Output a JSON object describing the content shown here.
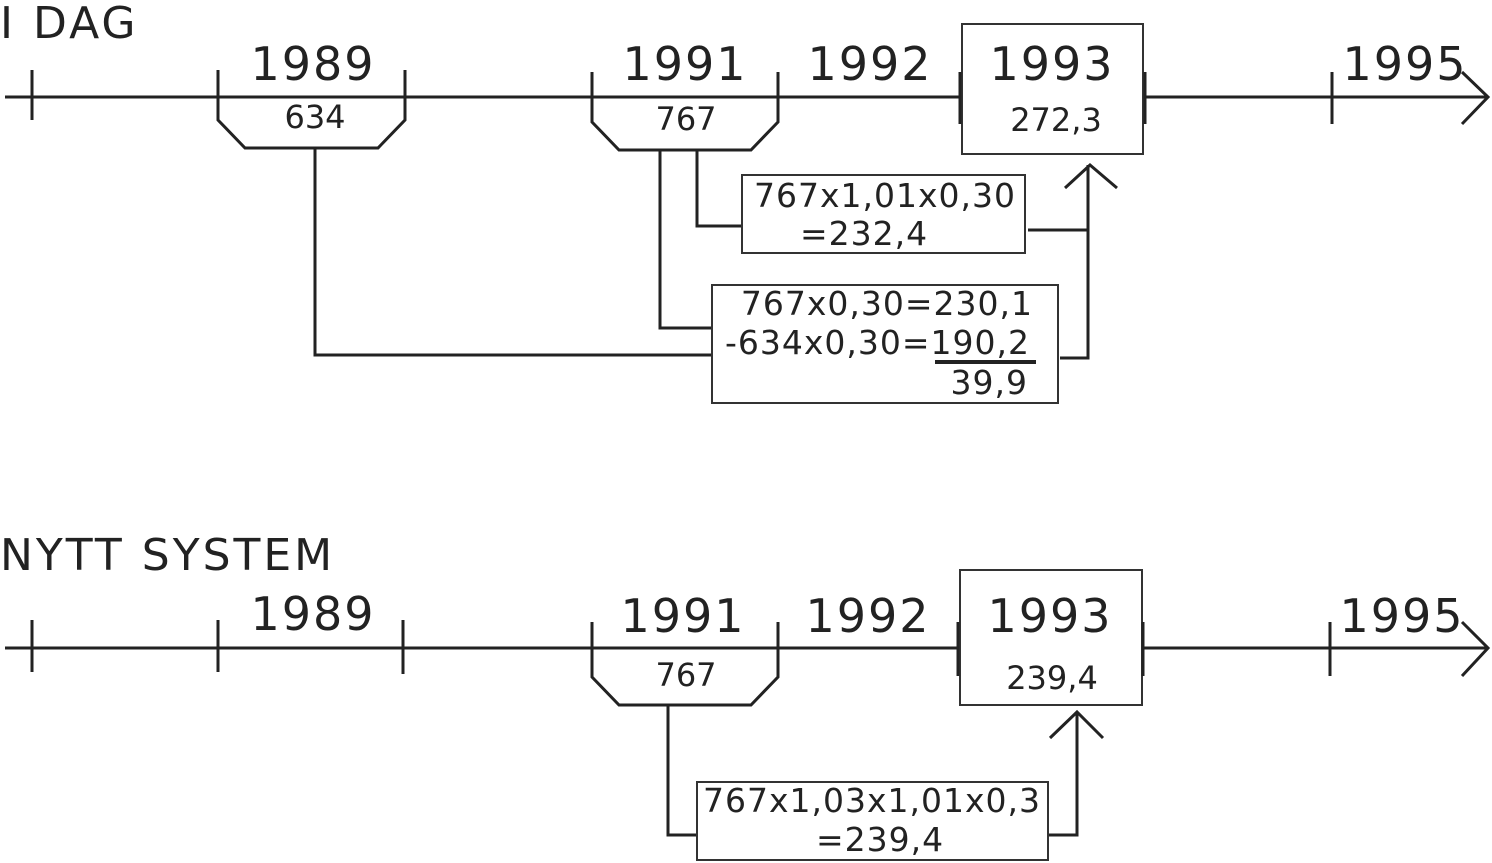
{
  "top": {
    "title": "I DAG",
    "years": {
      "y1989": "1989",
      "y1991": "1991",
      "y1992": "1992",
      "y1993": "1993",
      "y1995": "1995"
    },
    "values": {
      "v1989": "634",
      "v1991": "767",
      "v1993": "272,3"
    },
    "calc1": {
      "line1": "767x1,01x0,30",
      "line2": "=232,4"
    },
    "calc2": {
      "line1": "767x0,30=230,1",
      "line2": "-634x0,30=190,2",
      "line3": "39,9"
    }
  },
  "bottom": {
    "title": "NYTT SYSTEM",
    "years": {
      "y1989": "1989",
      "y1991": "1991",
      "y1992": "1992",
      "y1993": "1993",
      "y1995": "1995"
    },
    "values": {
      "v1991": "767",
      "v1993": "239,4"
    },
    "calc1": {
      "line1": "767x1,03x1,01x0,3",
      "line2": "=239,4"
    }
  }
}
